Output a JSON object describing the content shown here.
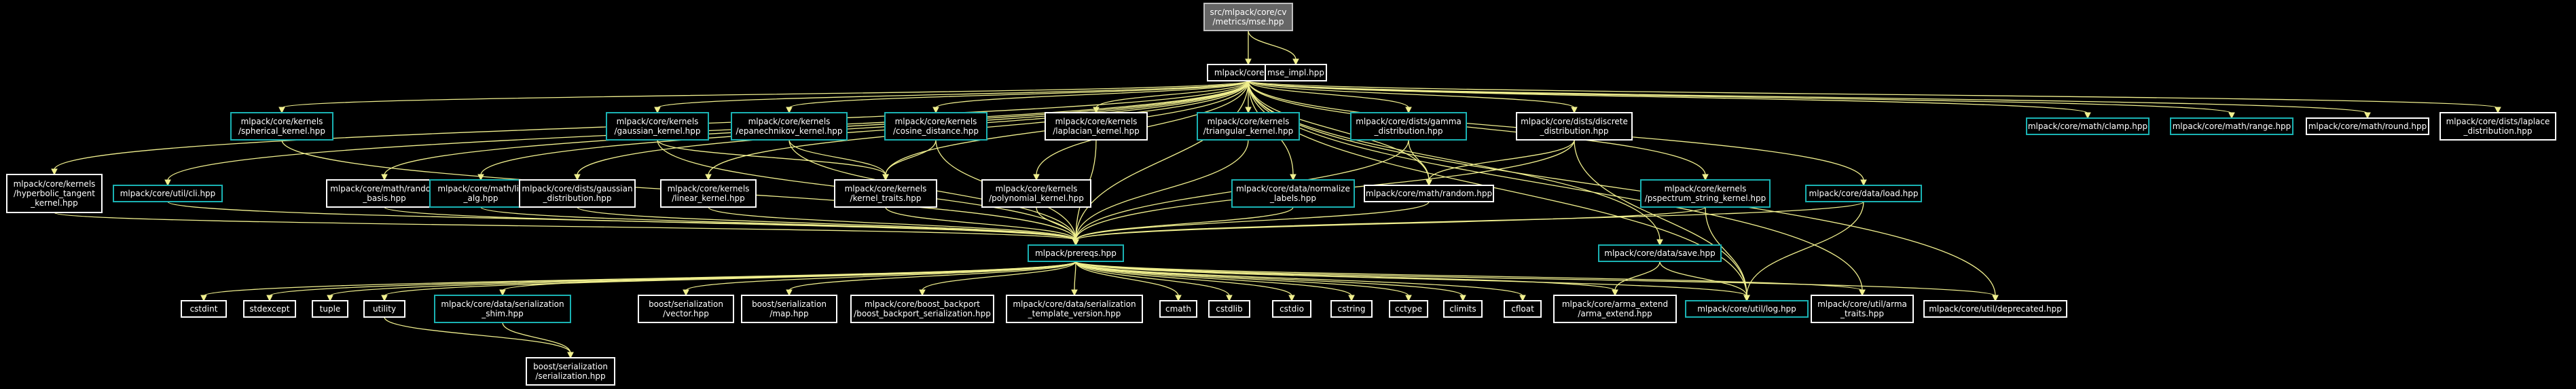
{
  "colors": {
    "background": "#000000",
    "edge": "#f0ef8e",
    "root_fill": "#666666",
    "root_border": "#bfbfbf",
    "plain_fill": "#000000",
    "plain_border": "#ffffff",
    "linked_fill": "#000000",
    "linked_border": "#1ab2b3",
    "text": "#ffffff"
  },
  "nodes": [
    {
      "id": "mse",
      "lines": [
        "src/mlpack/core/cv",
        "/metrics/mse.hpp"
      ],
      "style": "root"
    },
    {
      "id": "core",
      "lines": [
        "mlpack/core.hpp"
      ],
      "style": "plain"
    },
    {
      "id": "mse_impl",
      "lines": [
        "mse_impl.hpp"
      ],
      "style": "plain"
    },
    {
      "id": "spherical",
      "lines": [
        "mlpack/core/kernels",
        "/spherical_kernel.hpp"
      ],
      "style": "linked"
    },
    {
      "id": "gaussian_k",
      "lines": [
        "mlpack/core/kernels",
        "/gaussian_kernel.hpp"
      ],
      "style": "linked"
    },
    {
      "id": "epanechnikov",
      "lines": [
        "mlpack/core/kernels",
        "/epanechnikov_kernel.hpp"
      ],
      "style": "linked"
    },
    {
      "id": "cosine",
      "lines": [
        "mlpack/core/kernels",
        "/cosine_distance.hpp"
      ],
      "style": "linked"
    },
    {
      "id": "laplacian_k",
      "lines": [
        "mlpack/core/kernels",
        "/laplacian_kernel.hpp"
      ],
      "style": "plain"
    },
    {
      "id": "triangular",
      "lines": [
        "mlpack/core/kernels",
        "/triangular_kernel.hpp"
      ],
      "style": "linked"
    },
    {
      "id": "gamma",
      "lines": [
        "mlpack/core/dists/gamma",
        "_distribution.hpp"
      ],
      "style": "linked"
    },
    {
      "id": "discrete",
      "lines": [
        "mlpack/core/dists/discrete",
        "_distribution.hpp"
      ],
      "style": "plain"
    },
    {
      "id": "clamp",
      "lines": [
        "mlpack/core/math/clamp.hpp"
      ],
      "style": "linked"
    },
    {
      "id": "range",
      "lines": [
        "mlpack/core/math/range.hpp"
      ],
      "style": "linked"
    },
    {
      "id": "round",
      "lines": [
        "mlpack/core/math/round.hpp"
      ],
      "style": "plain"
    },
    {
      "id": "laplace_dist",
      "lines": [
        "mlpack/core/dists/laplace",
        "_distribution.hpp"
      ],
      "style": "plain"
    },
    {
      "id": "hyperbolic",
      "lines": [
        "mlpack/core/kernels",
        "/hyperbolic_tangent",
        "_kernel.hpp"
      ],
      "style": "plain"
    },
    {
      "id": "cli",
      "lines": [
        "mlpack/core/util/cli.hpp"
      ],
      "style": "linked"
    },
    {
      "id": "random_basis",
      "lines": [
        "mlpack/core/math/random",
        "_basis.hpp"
      ],
      "style": "plain"
    },
    {
      "id": "lin_alg",
      "lines": [
        "mlpack/core/math/lin",
        "_alg.hpp"
      ],
      "style": "linked"
    },
    {
      "id": "gaussian_dist",
      "lines": [
        "mlpack/core/dists/gaussian",
        "_distribution.hpp"
      ],
      "style": "plain"
    },
    {
      "id": "linear_k",
      "lines": [
        "mlpack/core/kernels",
        "/linear_kernel.hpp"
      ],
      "style": "plain"
    },
    {
      "id": "kernel_traits",
      "lines": [
        "mlpack/core/kernels",
        "/kernel_traits.hpp"
      ],
      "style": "plain"
    },
    {
      "id": "polynomial",
      "lines": [
        "mlpack/core/kernels",
        "/polynomial_kernel.hpp"
      ],
      "style": "plain"
    },
    {
      "id": "normalize",
      "lines": [
        "mlpack/core/data/normalize",
        "_labels.hpp"
      ],
      "style": "linked"
    },
    {
      "id": "math_random",
      "lines": [
        "mlpack/core/math/random.hpp"
      ],
      "style": "plain"
    },
    {
      "id": "pspectrum",
      "lines": [
        "mlpack/core/kernels",
        "/pspectrum_string_kernel.hpp"
      ],
      "style": "linked"
    },
    {
      "id": "load",
      "lines": [
        "mlpack/core/data/load.hpp"
      ],
      "style": "linked"
    },
    {
      "id": "prereqs",
      "lines": [
        "mlpack/prereqs.hpp"
      ],
      "style": "linked"
    },
    {
      "id": "save",
      "lines": [
        "mlpack/core/data/save.hpp"
      ],
      "style": "linked"
    },
    {
      "id": "cstdint",
      "lines": [
        "cstdint"
      ],
      "style": "plain"
    },
    {
      "id": "stdexcept",
      "lines": [
        "stdexcept"
      ],
      "style": "plain"
    },
    {
      "id": "tuple",
      "lines": [
        "tuple"
      ],
      "style": "plain"
    },
    {
      "id": "utility",
      "lines": [
        "utility"
      ],
      "style": "plain"
    },
    {
      "id": "shim",
      "lines": [
        "mlpack/core/data/serialization",
        "_shim.hpp"
      ],
      "style": "linked"
    },
    {
      "id": "bs_vector",
      "lines": [
        "boost/serialization",
        "/vector.hpp"
      ],
      "style": "plain"
    },
    {
      "id": "bs_map",
      "lines": [
        "boost/serialization",
        "/map.hpp"
      ],
      "style": "plain"
    },
    {
      "id": "boost_backport",
      "lines": [
        "mlpack/core/boost_backport",
        "/boost_backport_serialization.hpp"
      ],
      "style": "plain"
    },
    {
      "id": "template_version",
      "lines": [
        "mlpack/core/data/serialization",
        "_template_version.hpp"
      ],
      "style": "plain"
    },
    {
      "id": "cmath",
      "lines": [
        "cmath"
      ],
      "style": "plain"
    },
    {
      "id": "cstdlib",
      "lines": [
        "cstdlib"
      ],
      "style": "plain"
    },
    {
      "id": "cstdio",
      "lines": [
        "cstdio"
      ],
      "style": "plain"
    },
    {
      "id": "cstring",
      "lines": [
        "cstring"
      ],
      "style": "plain"
    },
    {
      "id": "cctype",
      "lines": [
        "cctype"
      ],
      "style": "plain"
    },
    {
      "id": "climits",
      "lines": [
        "climits"
      ],
      "style": "plain"
    },
    {
      "id": "cfloat",
      "lines": [
        "cfloat"
      ],
      "style": "plain"
    },
    {
      "id": "arma_extend",
      "lines": [
        "mlpack/core/arma_extend",
        "/arma_extend.hpp"
      ],
      "style": "plain"
    },
    {
      "id": "log",
      "lines": [
        "mlpack/core/util/log.hpp"
      ],
      "style": "linked"
    },
    {
      "id": "arma_traits",
      "lines": [
        "mlpack/core/util/arma",
        "_traits.hpp"
      ],
      "style": "plain"
    },
    {
      "id": "deprecated",
      "lines": [
        "mlpack/core/util/deprecated.hpp"
      ],
      "style": "plain"
    },
    {
      "id": "bs_serialization",
      "lines": [
        "boost/serialization",
        "/serialization.hpp"
      ],
      "style": "plain"
    }
  ],
  "edges": [
    [
      "mse",
      "core"
    ],
    [
      "mse",
      "mse_impl"
    ],
    [
      "core",
      "spherical"
    ],
    [
      "core",
      "gaussian_k"
    ],
    [
      "core",
      "epanechnikov"
    ],
    [
      "core",
      "cosine"
    ],
    [
      "core",
      "laplacian_k"
    ],
    [
      "core",
      "triangular"
    ],
    [
      "core",
      "gamma"
    ],
    [
      "core",
      "discrete"
    ],
    [
      "core",
      "clamp"
    ],
    [
      "core",
      "range"
    ],
    [
      "core",
      "round"
    ],
    [
      "core",
      "laplace_dist"
    ],
    [
      "core",
      "hyperbolic"
    ],
    [
      "core",
      "cli"
    ],
    [
      "core",
      "random_basis"
    ],
    [
      "core",
      "lin_alg"
    ],
    [
      "core",
      "gaussian_dist"
    ],
    [
      "core",
      "linear_k"
    ],
    [
      "core",
      "kernel_traits"
    ],
    [
      "core",
      "polynomial"
    ],
    [
      "core",
      "normalize"
    ],
    [
      "core",
      "math_random"
    ],
    [
      "core",
      "pspectrum"
    ],
    [
      "core",
      "load"
    ],
    [
      "core",
      "prereqs"
    ],
    [
      "core",
      "save"
    ],
    [
      "core",
      "log"
    ],
    [
      "core",
      "arma_traits"
    ],
    [
      "core",
      "deprecated"
    ],
    [
      "spherical",
      "prereqs"
    ],
    [
      "gaussian_k",
      "prereqs"
    ],
    [
      "gaussian_k",
      "kernel_traits"
    ],
    [
      "epanechnikov",
      "prereqs"
    ],
    [
      "epanechnikov",
      "kernel_traits"
    ],
    [
      "cosine",
      "prereqs"
    ],
    [
      "cosine",
      "kernel_traits"
    ],
    [
      "laplacian_k",
      "prereqs"
    ],
    [
      "triangular",
      "prereqs"
    ],
    [
      "gamma",
      "prereqs"
    ],
    [
      "gamma",
      "math_random"
    ],
    [
      "discrete",
      "prereqs"
    ],
    [
      "discrete",
      "math_random"
    ],
    [
      "discrete",
      "log"
    ],
    [
      "hyperbolic",
      "prereqs"
    ],
    [
      "cli",
      "prereqs"
    ],
    [
      "random_basis",
      "prereqs"
    ],
    [
      "lin_alg",
      "prereqs"
    ],
    [
      "gaussian_dist",
      "prereqs"
    ],
    [
      "linear_k",
      "prereqs"
    ],
    [
      "kernel_traits",
      "prereqs"
    ],
    [
      "polynomial",
      "prereqs"
    ],
    [
      "normalize",
      "prereqs"
    ],
    [
      "math_random",
      "prereqs"
    ],
    [
      "pspectrum",
      "prereqs"
    ],
    [
      "pspectrum",
      "log"
    ],
    [
      "load",
      "prereqs"
    ],
    [
      "load",
      "log"
    ],
    [
      "save",
      "log"
    ],
    [
      "save",
      "arma_extend"
    ],
    [
      "prereqs",
      "cstdint"
    ],
    [
      "prereqs",
      "stdexcept"
    ],
    [
      "prereqs",
      "tuple"
    ],
    [
      "prereqs",
      "utility"
    ],
    [
      "prereqs",
      "shim"
    ],
    [
      "prereqs",
      "bs_vector"
    ],
    [
      "prereqs",
      "bs_map"
    ],
    [
      "prereqs",
      "boost_backport"
    ],
    [
      "prereqs",
      "template_version"
    ],
    [
      "prereqs",
      "cmath"
    ],
    [
      "prereqs",
      "cstdlib"
    ],
    [
      "prereqs",
      "cstdio"
    ],
    [
      "prereqs",
      "cstring"
    ],
    [
      "prereqs",
      "cctype"
    ],
    [
      "prereqs",
      "climits"
    ],
    [
      "prereqs",
      "cfloat"
    ],
    [
      "prereqs",
      "arma_extend"
    ],
    [
      "prereqs",
      "log"
    ],
    [
      "prereqs",
      "arma_traits"
    ],
    [
      "prereqs",
      "deprecated"
    ],
    [
      "shim",
      "bs_serialization"
    ],
    [
      "utility",
      "bs_serialization"
    ]
  ]
}
